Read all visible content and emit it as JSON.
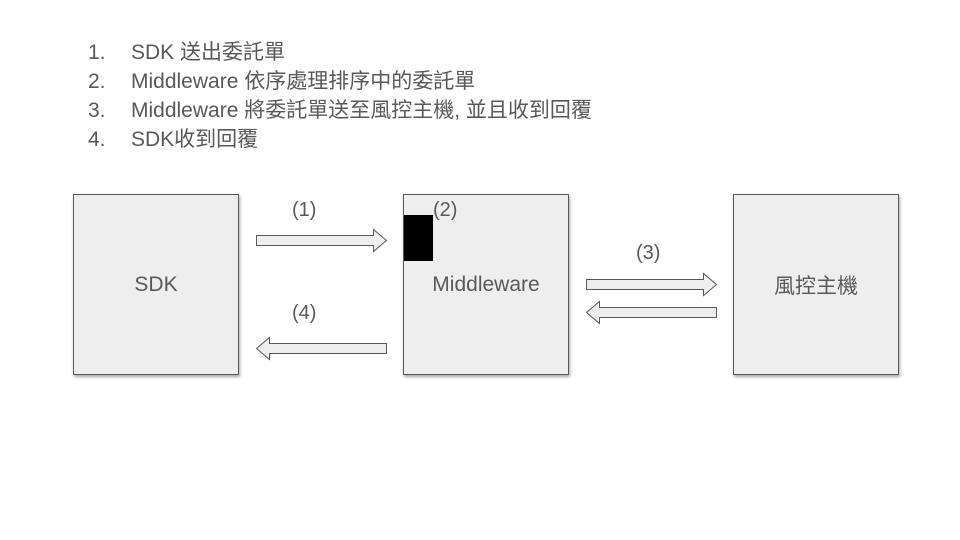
{
  "steps": [
    {
      "number": "1.",
      "text": "SDK 送出委託單"
    },
    {
      "number": "2.",
      "text": "Middleware 依序處理排序中的委託單"
    },
    {
      "number": "3.",
      "text": "Middleware 將委託單送至風控主機, 並且收到回覆"
    },
    {
      "number": "4.",
      "text": "SDK收到回覆"
    }
  ],
  "nodes": {
    "sdk": "SDK",
    "middleware": "Middleware",
    "risk_host": "風控主機"
  },
  "edge_labels": {
    "step1": "(1)",
    "step2": "(2)",
    "step3": "(3)",
    "step4": "(4)"
  },
  "colors": {
    "box_fill": "#eeeeee",
    "stroke": "#595959",
    "text": "#595959",
    "redaction": "#000000"
  }
}
